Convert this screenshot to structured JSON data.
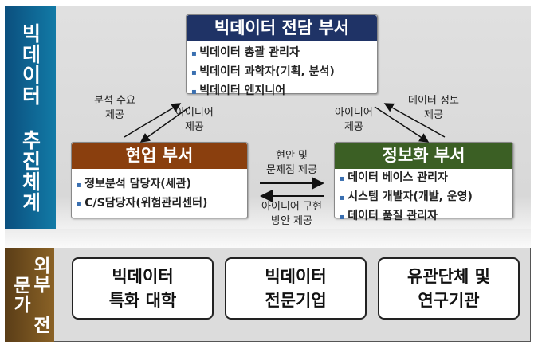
{
  "sidebar_top": "빅데이터 추진체계",
  "sidebar_bottom": "외부 전문가",
  "central": {
    "title": "빅데이터 전담 부서",
    "items": [
      "빅데이터 총괄 관리자",
      "빅데이터 과학자(기획, 분석)",
      "빅데이터 엔지니어"
    ]
  },
  "field": {
    "title": "현업 부서",
    "items": [
      "정보분석 담당자(세관)",
      "C/S담당자(위험관리센터)"
    ]
  },
  "it": {
    "title": "정보화 부서",
    "items": [
      "데이터 베이스 관리자",
      "시스템 개발자(개발, 운영)",
      "데이터 품질 관리자"
    ]
  },
  "arrows": {
    "field_to_central": "분석 수요\n제공",
    "central_to_field": "아이디어\n제공",
    "central_to_it": "아이디어\n제공",
    "it_to_central": "데이터 정보\n제공",
    "field_to_it": "현안 및\n문제점 제공",
    "it_to_field": "아이디어 구현\n방안 제공"
  },
  "external": [
    "빅데이터\n특화 대학",
    "빅데이터\n전문기업",
    "유관단체 및\n연구기관"
  ],
  "colors": {
    "central": "#1f3366",
    "field": "#8a3f0e",
    "it": "#3b5f24"
  }
}
